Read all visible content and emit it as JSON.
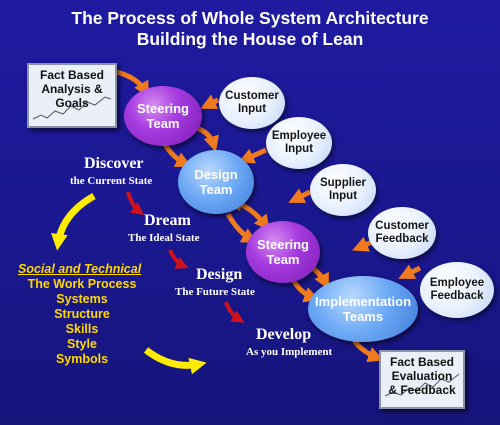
{
  "title": {
    "line1": "The Process of Whole System Architecture",
    "line2": "Building the House of Lean"
  },
  "fact_based_start": {
    "line1": "Fact Based",
    "line2": "Analysis &",
    "line3": "Goals"
  },
  "fact_based_end": {
    "line1": "Fact Based",
    "line2": "Evaluation",
    "line3": "& Feedback"
  },
  "teams": {
    "steering_1": {
      "line1": "Steering",
      "line2": "Team"
    },
    "design": {
      "line1": "Design",
      "line2": "Team"
    },
    "steering_2": {
      "line1": "Steering",
      "line2": "Team"
    },
    "implementation": {
      "line1": "Implementation",
      "line2": "Teams"
    }
  },
  "inputs": {
    "customer_input": {
      "line1": "Customer",
      "line2": "Input"
    },
    "employee_input": {
      "line1": "Employee",
      "line2": "Input"
    },
    "supplier_input": {
      "line1": "Supplier",
      "line2": "Input"
    },
    "customer_feedback": {
      "line1": "Customer",
      "line2": "Feedback"
    },
    "employee_feedback": {
      "line1": "Employee",
      "line2": "Feedback"
    }
  },
  "stages": {
    "discover": {
      "heading": "Discover",
      "sub": "the Current State"
    },
    "dream": {
      "heading": "Dream",
      "sub": "The Ideal State"
    },
    "design": {
      "heading": "Design",
      "sub": "The Future State"
    },
    "develop": {
      "heading": "Develop",
      "sub": "As you Implement"
    }
  },
  "social_technical": {
    "title": "Social and Technical",
    "items": [
      "The Work Process",
      "Systems",
      "Structure",
      "Skills",
      "Style",
      "Symbols"
    ]
  },
  "colors": {
    "background": "#1a188f",
    "steering_team": "#a53be0",
    "design_team": "#6eaaf5",
    "arrow_orange": "#f07a1e",
    "arrow_red": "#d0121a",
    "text_yellow": "#ffd800"
  }
}
